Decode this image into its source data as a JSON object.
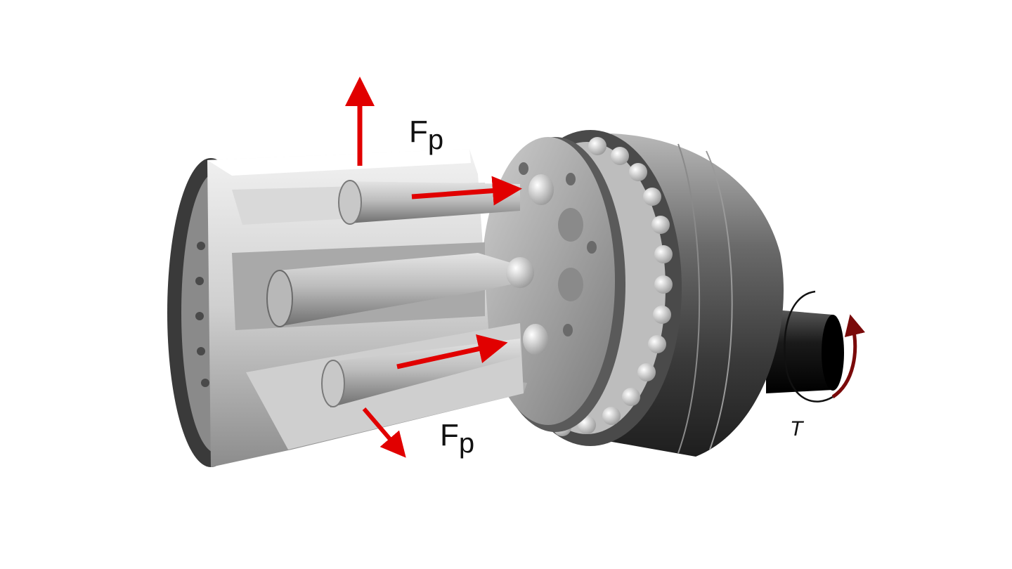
{
  "labels": {
    "force_top": {
      "main": "F",
      "sub": "p"
    },
    "force_bottom": {
      "main": "F",
      "sub": "p"
    },
    "torque": "T"
  },
  "colors": {
    "force_arrow": "#e10000",
    "torque_arrow": "#7a0a0a",
    "metal_light": "#e6e6e6",
    "metal_dark": "#2a2a2a"
  },
  "icons": {
    "force_arrow": "arrow-icon",
    "torque_arrow": "curved-arrow-icon"
  }
}
